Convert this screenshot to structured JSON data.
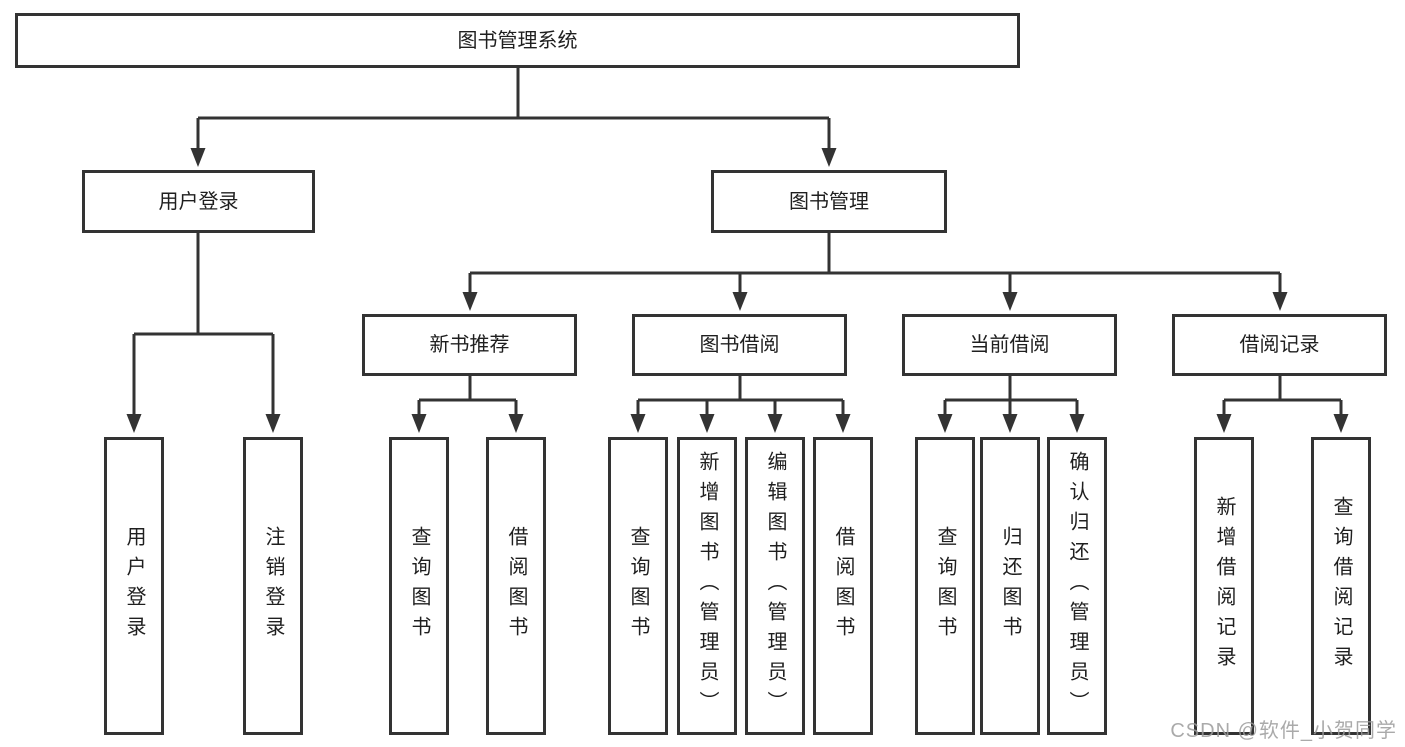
{
  "tree": {
    "root": "图书管理系统",
    "branches": [
      {
        "label": "用户登录",
        "children": [
          {
            "label": "用户登录"
          },
          {
            "label": "注销登录"
          }
        ]
      },
      {
        "label": "图书管理",
        "children": [
          {
            "label": "新书推荐",
            "children": [
              {
                "label": "查询图书"
              },
              {
                "label": "借阅图书"
              }
            ]
          },
          {
            "label": "图书借阅",
            "children": [
              {
                "label": "查询图书"
              },
              {
                "label": "新增图书（管理员）"
              },
              {
                "label": "编辑图书（管理员）"
              },
              {
                "label": "借阅图书"
              }
            ]
          },
          {
            "label": "当前借阅",
            "children": [
              {
                "label": "查询图书"
              },
              {
                "label": "归还图书"
              },
              {
                "label": "确认归还（管理员）"
              }
            ]
          },
          {
            "label": "借阅记录",
            "children": [
              {
                "label": "新增借阅记录"
              },
              {
                "label": "查询借阅记录"
              }
            ]
          }
        ]
      }
    ]
  },
  "watermark": {
    "text": "CSDN @软件_小贺同学"
  },
  "colors": {
    "line": "#333333",
    "box_border": "#333333",
    "text": "#1f1f1f",
    "watermark": "#9c9c9c",
    "background": "#ffffff"
  }
}
